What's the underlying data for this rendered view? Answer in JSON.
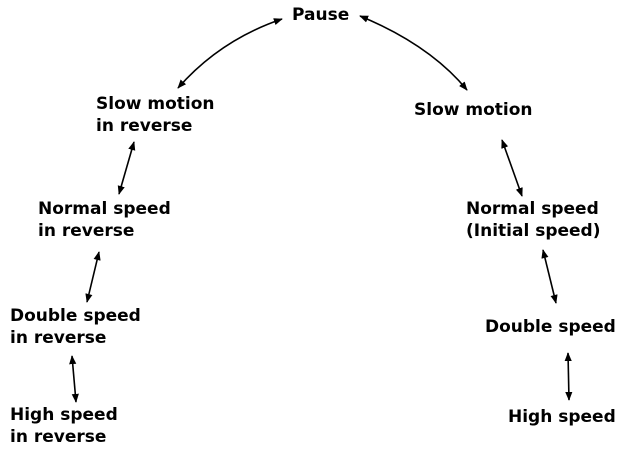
{
  "diagram": {
    "nodes": {
      "pause": [
        "Pause"
      ],
      "slow_reverse": [
        "Slow motion",
        "in reverse"
      ],
      "slow_forward": [
        "Slow motion"
      ],
      "normal_reverse": [
        "Normal speed",
        "in reverse"
      ],
      "normal_forward": [
        "Normal speed",
        "(Initial speed)"
      ],
      "double_reverse": [
        "Double speed",
        "in reverse"
      ],
      "double_forward": [
        "Double speed"
      ],
      "high_reverse": [
        "High speed",
        "in reverse"
      ],
      "high_forward": [
        "High speed"
      ]
    },
    "edges": [
      {
        "from": "pause",
        "to": "slow_reverse",
        "bidirectional": true
      },
      {
        "from": "pause",
        "to": "slow_forward",
        "bidirectional": true
      },
      {
        "from": "slow_reverse",
        "to": "normal_reverse",
        "bidirectional": true
      },
      {
        "from": "normal_reverse",
        "to": "double_reverse",
        "bidirectional": true
      },
      {
        "from": "double_reverse",
        "to": "high_reverse",
        "bidirectional": true
      },
      {
        "from": "slow_forward",
        "to": "normal_forward",
        "bidirectional": true
      },
      {
        "from": "normal_forward",
        "to": "double_forward",
        "bidirectional": true
      },
      {
        "from": "double_forward",
        "to": "high_forward",
        "bidirectional": true
      }
    ]
  }
}
